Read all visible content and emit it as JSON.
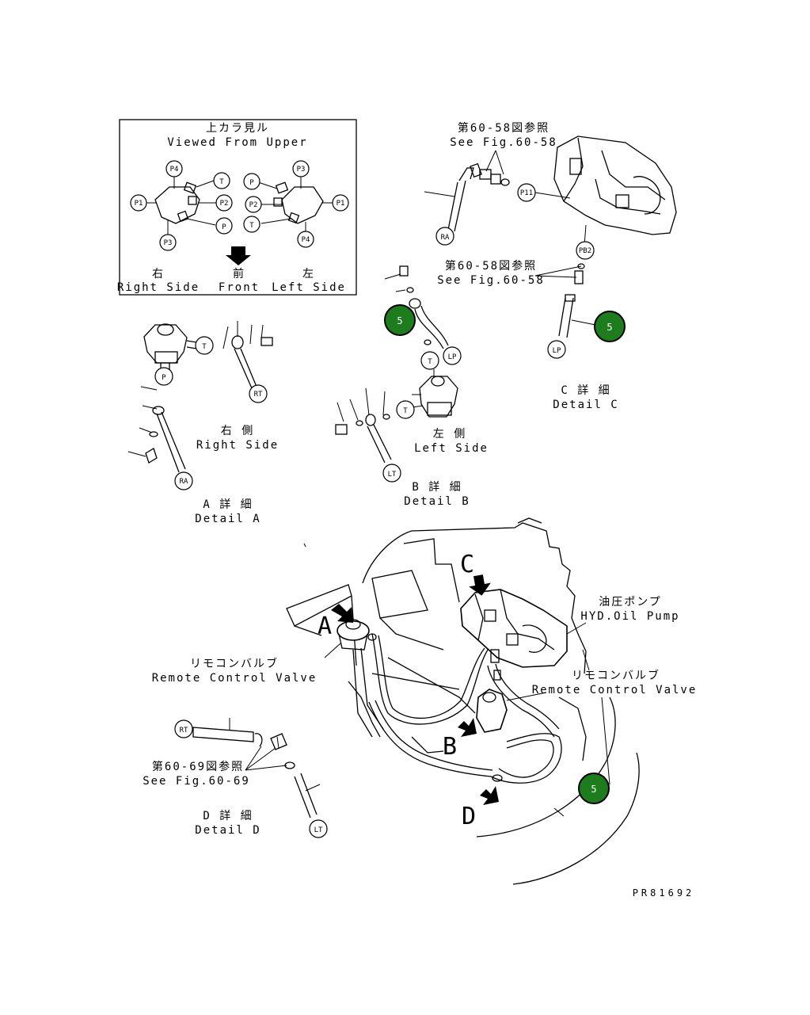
{
  "inset": {
    "title_jp": "上カラ見ル",
    "title_en": "Viewed From Upper",
    "right_jp": "右",
    "right_en": "Right Side",
    "front_jp": "前",
    "front_en": "Front",
    "left_jp": "左",
    "left_en": "Left Side",
    "ports_left": [
      "P4",
      "T",
      "P1",
      "P2",
      "P",
      "P3"
    ],
    "ports_right": [
      "P3",
      "P",
      "P2",
      "P1",
      "T",
      "P4"
    ]
  },
  "detail_a": {
    "side_jp": "右 側",
    "side_en": "Right Side",
    "title_jp": "A 詳 細",
    "title_en": "Detail A",
    "tags": [
      "T",
      "P",
      "RT",
      "RA"
    ]
  },
  "detail_b": {
    "side_jp": "左 側",
    "side_en": "Left Side",
    "title_jp": "B 詳 細",
    "title_en": "Detail B",
    "tags": [
      "LP",
      "T",
      "T",
      "LT"
    ],
    "callout": "5"
  },
  "detail_c": {
    "ref1_jp": "第60-58図参照",
    "ref1_en": "See Fig.60-58",
    "ref2_jp": "第60-58図参照",
    "ref2_en": "See Fig.60-58",
    "title_jp": "C 詳 細",
    "title_en": "Detail C",
    "tags": [
      "P11",
      "RA",
      "PB2",
      "LP"
    ],
    "callout": "5"
  },
  "detail_d": {
    "ref_jp": "第60-69図参照",
    "ref_en": "See Fig.60-69",
    "title_jp": "D 詳 細",
    "title_en": "Detail D",
    "tags": [
      "RT",
      "LT"
    ]
  },
  "main": {
    "pump_jp": "油圧ポンプ",
    "pump_en": "HYD.Oil Pump",
    "rcv_left_jp": "リモコンバルブ",
    "rcv_left_en": "Remote Control Valve",
    "rcv_right_jp": "リモコンバルブ",
    "rcv_right_en": "Remote Control Valve",
    "view_letters": [
      "A",
      "B",
      "C",
      "D"
    ],
    "callout": "5"
  },
  "drawing_number": "PR81692",
  "colors": {
    "callout_fill": "#1d7d1d",
    "line": "#000000"
  }
}
